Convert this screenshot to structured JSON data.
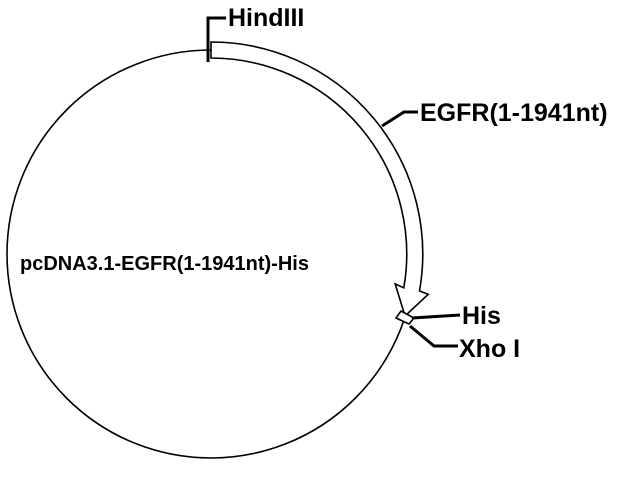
{
  "plasmid": {
    "name": "pcDNA3.1-EGFR(1-1941nt)-His"
  },
  "features": {
    "insert": "EGFR(1-1941nt)",
    "tag": "His"
  },
  "sites": {
    "site_5prime": "HindIII",
    "site_3prime": "Xho I"
  },
  "colors": {
    "line": "#000000",
    "background": "#ffffff"
  }
}
